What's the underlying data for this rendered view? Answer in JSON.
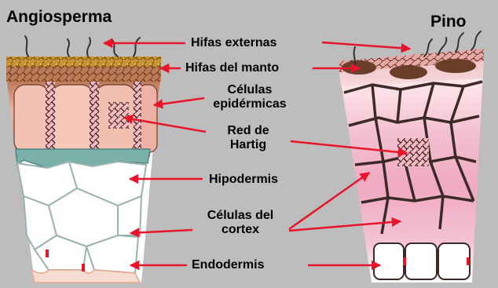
{
  "titles": {
    "left": "Angiosperma",
    "right": "Pino"
  },
  "labels": {
    "hifas_externas": "Hifas externas",
    "hifas_manto": "Hifas del manto",
    "celulas_epidermicas_1": "Células",
    "celulas_epidermicas_2": "epidérmicas",
    "red_hartig_1": "Red de",
    "red_hartig_2": "Hartig",
    "hipodermis": "Hipodermis",
    "celulas_cortex_1": "Células del",
    "celulas_cortex_2": "cortex",
    "endodermis": "Endodermis"
  },
  "colors": {
    "background": "#bdbdbd",
    "arrow": "#e8142a",
    "mantle_left": "#c9982e",
    "epidermis_brown": "#a8653a",
    "hypodermis_teal": "#6fa7a3",
    "pine_pink": "#f2b6c8",
    "cell_wall_dark": "#3b2a26"
  }
}
